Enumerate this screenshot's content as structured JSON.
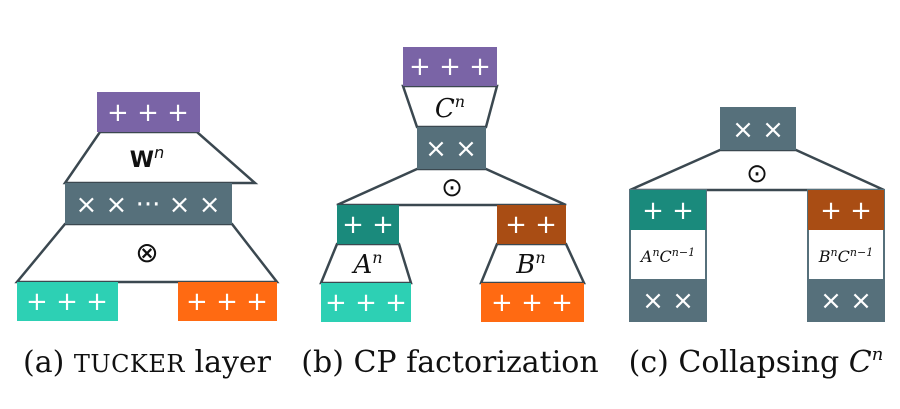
{
  "colors": {
    "purple": "#7a64a6",
    "slate": "#56707b",
    "teal": "#1a8a7c",
    "cyan": "#2dd0b4",
    "orange": "#ff6a12",
    "brown": "#a94d14",
    "stroke": "#3b4850"
  },
  "panel_a": {
    "caption_prefix": "(a) ",
    "caption_name": "TUCKER",
    "caption_suffix": " layer",
    "top_block": "+ + +",
    "weight_label": "W",
    "weight_sup": "n",
    "middle_block": "× × ··· × ×",
    "operator": "⊗",
    "left_block": "+ + +",
    "right_block": "+ + +"
  },
  "panel_b": {
    "caption": "(b) CP factorization",
    "top_block": "+ + +",
    "c_label": "C",
    "c_sup": "n",
    "middle_block": "× ×",
    "operator": "⊙",
    "a_block": "+ +",
    "a_label": "A",
    "a_sup": "n",
    "b_block": "+ +",
    "b_label": "B",
    "b_sup": "n",
    "left_bottom": "+ + +",
    "right_bottom": "+ + +"
  },
  "panel_c": {
    "caption_text": "(c) Collapsing ",
    "caption_var": "C",
    "caption_sup": "n",
    "top_block": "× ×",
    "operator": "⊙",
    "left_top": "+ +",
    "left_mid_a": "A",
    "left_mid_a_sup": "n",
    "left_mid_c": "C",
    "left_mid_c_sup": "n−1",
    "left_bottom": "× ×",
    "right_top": "+ +",
    "right_mid_b": "B",
    "right_mid_b_sup": "n",
    "right_mid_c": "C",
    "right_mid_c_sup": "n−1",
    "right_bottom": "× ×"
  }
}
